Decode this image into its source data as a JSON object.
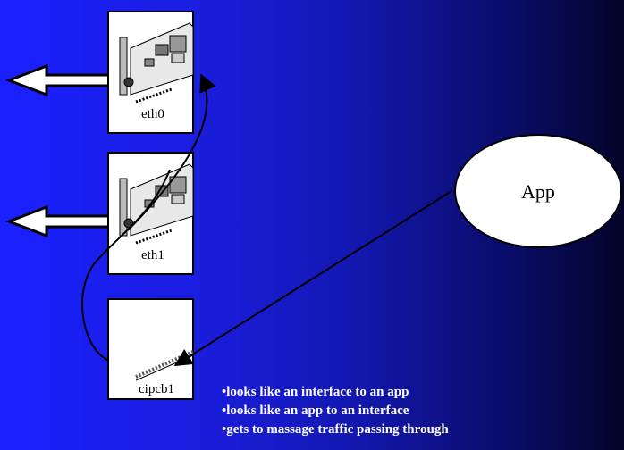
{
  "interfaces": [
    {
      "label": "eth0"
    },
    {
      "label": "eth1"
    }
  ],
  "virtual_interface": {
    "label": "cipcb1"
  },
  "app": {
    "label": "App"
  },
  "bullets": [
    "•looks like an interface to an app",
    "•looks like an app to an interface",
    "•gets to massage traffic passing through"
  ]
}
